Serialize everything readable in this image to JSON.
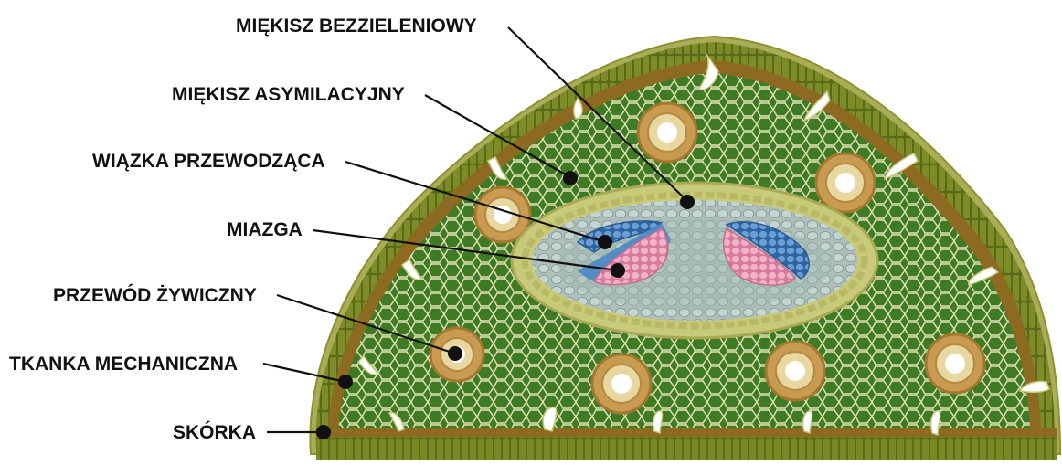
{
  "labels": {
    "miekisz_bezzieleniowy": "MIĘKISZ BEZZIELENIOWY",
    "miekisz_asymilacyjny": "MIĘKISZ ASYMILACYJNY",
    "wiazka_przewodzaca": "WIĄZKA PRZEWODZĄCA",
    "miazga": "MIAZGA",
    "przewod_zywiczny": "PRZEWÓD ŻYWICZNY",
    "tkanka_mechaniczna": "TKANKA MECHANICZNA",
    "skorka": "SKÓRKA"
  },
  "colors": {
    "assimilation_parenchyma": "#3f7a24",
    "assimilation_cell_walls": "#e8e6b8",
    "epidermis": "#6a7a1e",
    "epidermis_outer": "#a3a84e",
    "mechanical_tissue": "#8c6a22",
    "endodermis": "#c9c97a",
    "transfusion_tissue": "#b9cfc8",
    "central_parenchyma": "#9fb6b2",
    "xylem": "#4a86c5",
    "phloem": "#e59ab5",
    "resin_duct": "#c89a52",
    "resin_duct_epithelium": "#e9d7a2",
    "leader_line": "#111111",
    "leader_dot": "#111111"
  }
}
